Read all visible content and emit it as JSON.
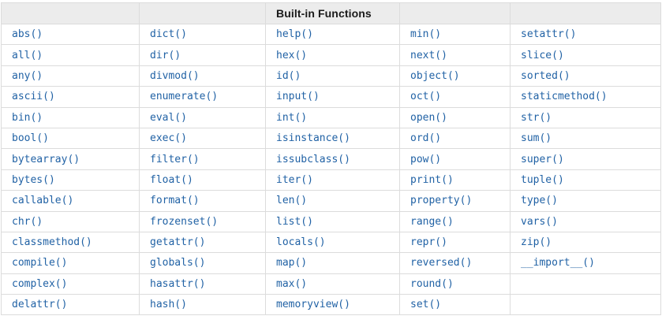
{
  "table": {
    "title": "Built-in Functions",
    "column_count": 5,
    "rows": [
      [
        "abs()",
        "dict()",
        "help()",
        "min()",
        "setattr()"
      ],
      [
        "all()",
        "dir()",
        "hex()",
        "next()",
        "slice()"
      ],
      [
        "any()",
        "divmod()",
        "id()",
        "object()",
        "sorted()"
      ],
      [
        "ascii()",
        "enumerate()",
        "input()",
        "oct()",
        "staticmethod()"
      ],
      [
        "bin()",
        "eval()",
        "int()",
        "open()",
        "str()"
      ],
      [
        "bool()",
        "exec()",
        "isinstance()",
        "ord()",
        "sum()"
      ],
      [
        "bytearray()",
        "filter()",
        "issubclass()",
        "pow()",
        "super()"
      ],
      [
        "bytes()",
        "float()",
        "iter()",
        "print()",
        "tuple()"
      ],
      [
        "callable()",
        "format()",
        "len()",
        "property()",
        "type()"
      ],
      [
        "chr()",
        "frozenset()",
        "list()",
        "range()",
        "vars()"
      ],
      [
        "classmethod()",
        "getattr()",
        "locals()",
        "repr()",
        "zip()"
      ],
      [
        "compile()",
        "globals()",
        "map()",
        "reversed()",
        "__import__()"
      ],
      [
        "complex()",
        "hasattr()",
        "max()",
        "round()",
        ""
      ],
      [
        "delattr()",
        "hash()",
        "memoryview()",
        "set()",
        ""
      ]
    ]
  },
  "colors": {
    "link_blue": "#2162a5",
    "border_gray": "#dcdcdc",
    "header_bg": "#ececec",
    "header_text": "#1a1a1a"
  }
}
